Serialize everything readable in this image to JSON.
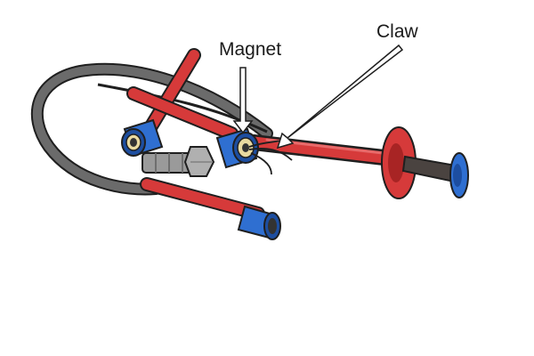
{
  "labels": {
    "magnet": "Magnet",
    "claw": "Claw"
  },
  "colors": {
    "red": "#d63a3a",
    "red_dark": "#a82424",
    "blue": "#2f6fd1",
    "blue_dark": "#1d4ea0",
    "cable": "#6b6b6b",
    "cable_dark": "#454545",
    "bolt": "#9a9a9a",
    "handle_dark": "#4a4340",
    "outline": "#1f1f1f"
  },
  "icons": {
    "arrow": "outline-arrow"
  }
}
